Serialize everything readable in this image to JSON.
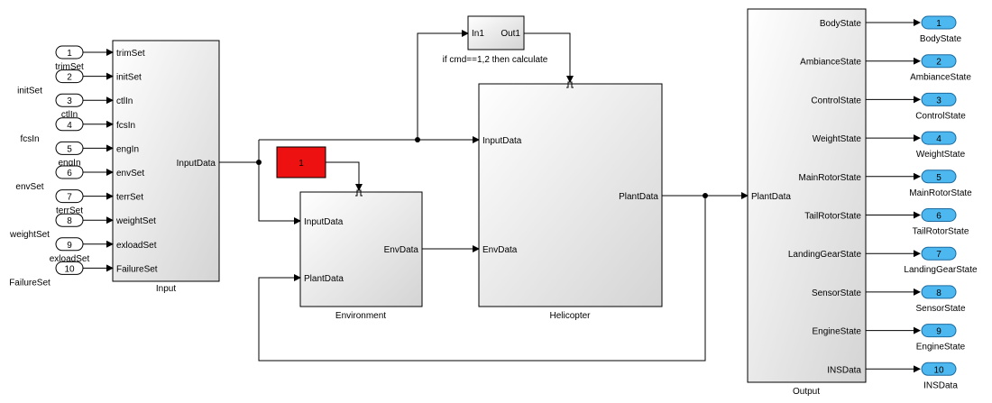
{
  "input_block": {
    "label": "Input",
    "ports": [
      "trimSet",
      "initSet",
      "ctlIn",
      "fcsIn",
      "engIn",
      "envSet",
      "terrSet",
      "weightSet",
      "exloadSet",
      "FailureSet"
    ],
    "output": "InputData"
  },
  "inports": [
    {
      "num": "1",
      "name": "trimSet"
    },
    {
      "num": "2",
      "name": "initSet"
    },
    {
      "num": "3",
      "name": "ctlIn"
    },
    {
      "num": "4",
      "name": "fcsIn"
    },
    {
      "num": "5",
      "name": "engIn"
    },
    {
      "num": "6",
      "name": "envSet"
    },
    {
      "num": "7",
      "name": "terrSet"
    },
    {
      "num": "8",
      "name": "weightSet"
    },
    {
      "num": "9",
      "name": "exloadSet"
    },
    {
      "num": "10",
      "name": "FailureSet"
    }
  ],
  "constant_block": {
    "value": "1",
    "color": "#ee1111"
  },
  "environment_block": {
    "label": "Environment",
    "inputs": [
      "InputData",
      "PlantData"
    ],
    "output": "EnvData"
  },
  "if_block": {
    "in_label": "In1",
    "out_label": "Out1",
    "caption": "if cmd==1,2 then calculate"
  },
  "helicopter_block": {
    "label": "Helicopter",
    "inputs": [
      "InputData",
      "EnvData"
    ],
    "output": "PlantData"
  },
  "output_block": {
    "label": "Output",
    "input": "PlantData",
    "ports": [
      "BodyState",
      "AmbianceState",
      "ControlState",
      "WeightState",
      "MainRotorState",
      "TailRotorState",
      "LandingGearState",
      "SensorState",
      "EngineState",
      "INSData"
    ]
  },
  "outports": [
    {
      "num": "1",
      "name": "BodyState"
    },
    {
      "num": "2",
      "name": "AmbianceState"
    },
    {
      "num": "3",
      "name": "ControlState"
    },
    {
      "num": "4",
      "name": "WeightState"
    },
    {
      "num": "5",
      "name": "MainRotorState"
    },
    {
      "num": "6",
      "name": "TailRotorState"
    },
    {
      "num": "7",
      "name": "LandingGearState"
    },
    {
      "num": "8",
      "name": "SensorState"
    },
    {
      "num": "9",
      "name": "EngineState"
    },
    {
      "num": "10",
      "name": "INSData"
    }
  ],
  "colors": {
    "outport_fill": "#4db8ef",
    "inport_fill": "#ffffff"
  }
}
